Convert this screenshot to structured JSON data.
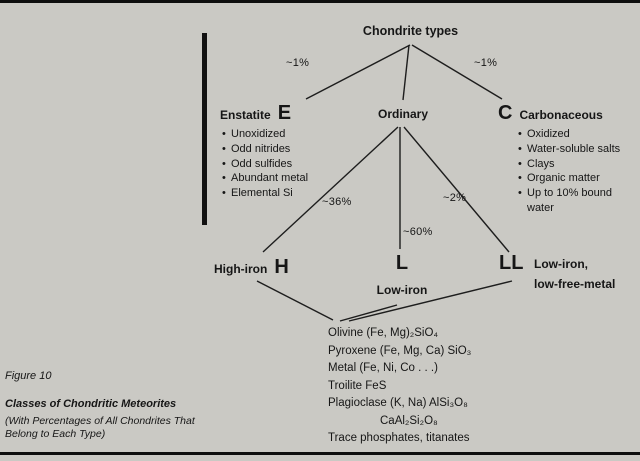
{
  "tree": {
    "root": "Chondrite types",
    "pct_enstatite": "~1%",
    "pct_carbonaceous": "~1%",
    "pct_high_iron": "~36%",
    "pct_low_iron": "~60%",
    "pct_ll": "~2%",
    "enstatite": {
      "name": "Enstatite",
      "letter": "E",
      "traits": [
        "Unoxidized",
        "Odd nitrides",
        "Odd sulfides",
        "Abundant metal",
        "Elemental Si"
      ]
    },
    "ordinary": {
      "name": "Ordinary"
    },
    "carbonaceous": {
      "letter": "C",
      "name": "Carbonaceous",
      "traits": [
        "Oxidized",
        "Water-soluble salts",
        "Clays",
        "Organic matter",
        "Up to 10% bound water"
      ]
    },
    "high_iron": {
      "name": "High-iron",
      "letter": "H"
    },
    "low_iron": {
      "letter": "L",
      "name": "Low-iron"
    },
    "low_free_metal": {
      "letter": "LL",
      "name_line1": "Low-iron,",
      "name_line2": "low-free-metal"
    },
    "minerals": [
      "Olivine (Fe, Mg)₂SiO₄",
      "Pyroxene (Fe, Mg, Ca) SiO₃",
      "Metal (Fe, Ni, Co . . .)",
      "Troilite FeS",
      "Plagioclase (K, Na) AlSi₃O₈",
      "CaAl₂Si₂O₈",
      "Trace phosphates, titanates"
    ]
  },
  "caption": {
    "figure": "Figure 10",
    "title": "Classes of Chondritic Meteorites",
    "subtitle_line1": "(With Percentages of All Chondrites That",
    "subtitle_line2": "Belong to Each Type)"
  },
  "colors": {
    "background": "#cac9c4",
    "ink": "#161616"
  }
}
